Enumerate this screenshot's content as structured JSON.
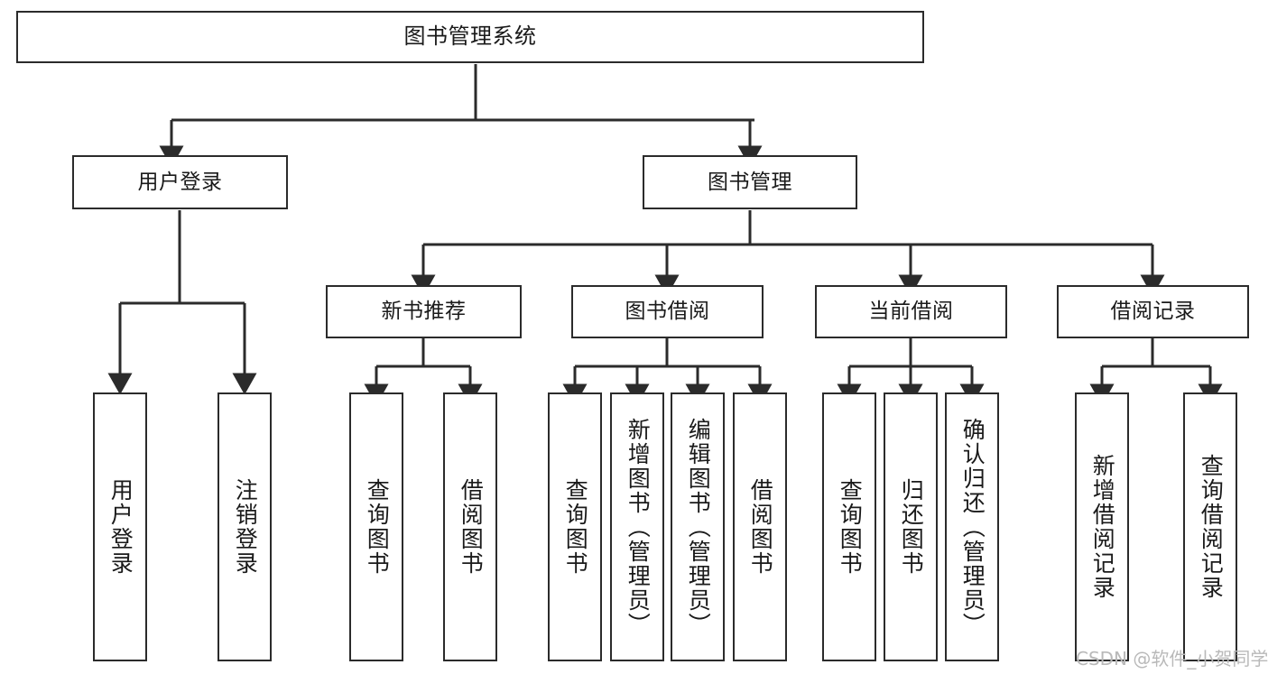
{
  "diagram": {
    "title": "图书管理系统",
    "type": "tree",
    "style": {
      "stroke": "#2b2b2b",
      "fill": "#ffffff",
      "text": "#1a1a1a",
      "background": "#ffffff",
      "watermark_color": "#b9b9b9"
    },
    "root": {
      "label": "图书管理系统"
    },
    "level2": [
      {
        "label": "用户登录"
      },
      {
        "label": "图书管理"
      }
    ],
    "level3": [
      {
        "label": "新书推荐"
      },
      {
        "label": "图书借阅"
      },
      {
        "label": "当前借阅"
      },
      {
        "label": "借阅记录"
      }
    ],
    "leaves": {
      "user_login": [
        {
          "label": "用户登录"
        },
        {
          "label": "注销登录"
        }
      ],
      "new_book": [
        {
          "label": "查询图书"
        },
        {
          "label": "借阅图书"
        }
      ],
      "book_borrow": [
        {
          "label": "查询图书"
        },
        {
          "label": "新增图书（管理员）"
        },
        {
          "label": "编辑图书（管理员）"
        },
        {
          "label": "借阅图书"
        }
      ],
      "current_borrow": [
        {
          "label": "查询图书"
        },
        {
          "label": "归还图书"
        },
        {
          "label": "确认归还（管理员）"
        }
      ],
      "borrow_record": [
        {
          "label": "新增借阅记录"
        },
        {
          "label": "查询借阅记录"
        }
      ]
    }
  },
  "watermark": {
    "text": "CSDN @软件_小贺同学"
  }
}
